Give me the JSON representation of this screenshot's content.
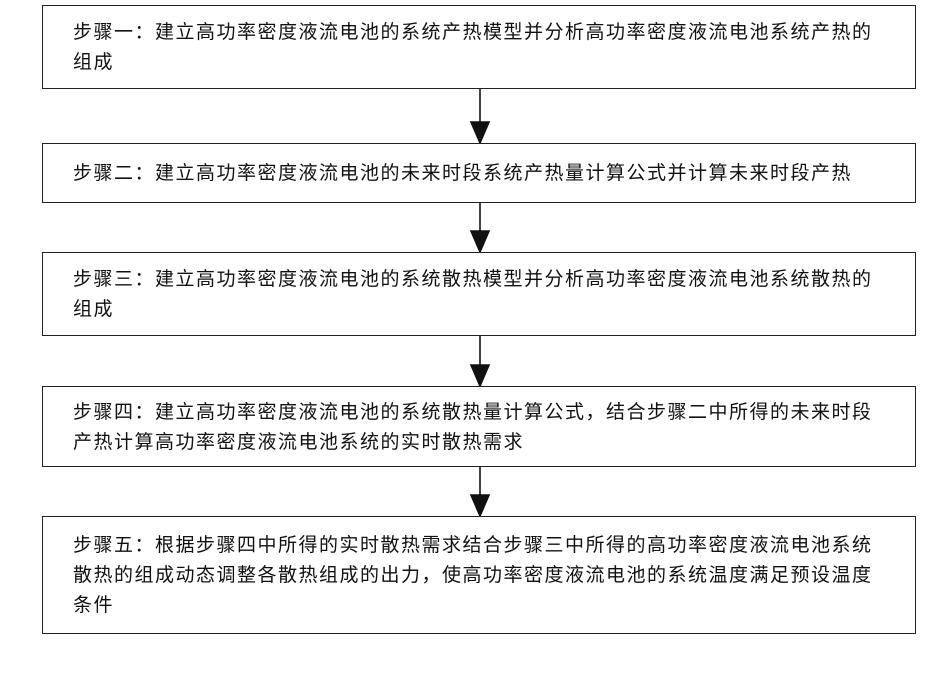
{
  "steps": [
    {
      "text": "步骤一：建立高功率密度液流电池的系统产热模型并分析高功率密度液流电池系统产热的组成"
    },
    {
      "text": "步骤二：建立高功率密度液流电池的未来时段系统产热量计算公式并计算未来时段产热"
    },
    {
      "text": "步骤三：建立高功率密度液流电池的系统散热模型并分析高功率密度液流电池系统散热的组成"
    },
    {
      "text": "步骤四：建立高功率密度液流电池的系统散热量计算公式，结合步骤二中所得的未来时段产热计算高功率密度液流电池系统的实时散热需求"
    },
    {
      "text": "步骤五：根据步骤四中所得的实时散热需求结合步骤三中所得的高功率密度液流电池系统散热的组成动态调整各散热组成的出力，使高功率密度液流电池的系统温度满足预设温度条件"
    }
  ]
}
